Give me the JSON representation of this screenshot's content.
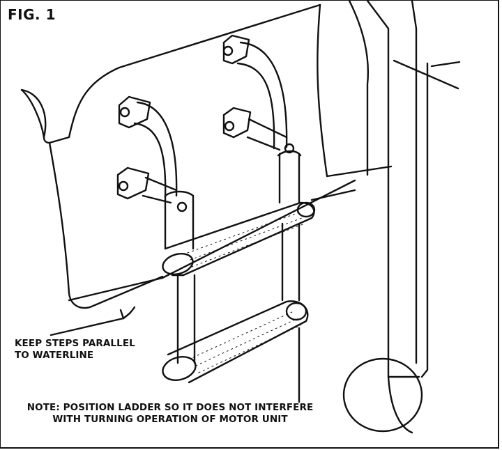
{
  "figure": {
    "label": "FIG. 1"
  },
  "captions": {
    "keep_steps": [
      "KEEP STEPS PARALLEL",
      "TO WATERLINE"
    ],
    "note": [
      "NOTE: POSITION LADDER SO IT DOES NOT INTERFERE",
      "WITH TURNING OPERATION OF MOTOR UNIT"
    ]
  },
  "colors": {
    "ink": "#111111",
    "paper": "#ffffff"
  }
}
